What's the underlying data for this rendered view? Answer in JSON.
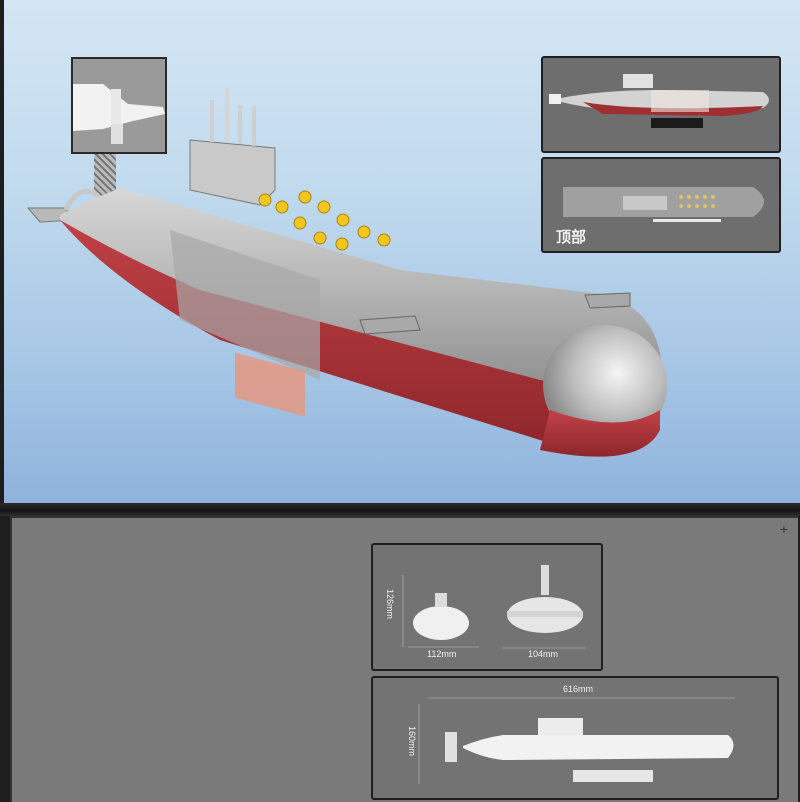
{
  "hero": {
    "subject": "submarine-model-cutaway",
    "colors": {
      "hull_gray": "#a9a9a9",
      "hull_red": "#b0353a",
      "sky_top": "#d4e6f3",
      "sky_bottom": "#8fb3dc",
      "missile_caps": "#f2c61f"
    }
  },
  "thumbnail_detail": {
    "subject": "stern-rudder-closeup"
  },
  "side_views": {
    "side_panel": {
      "subject": "side-view-model-on-stand"
    },
    "top_panel": {
      "subject": "top-view",
      "label": "顶部"
    }
  },
  "dimensions": {
    "front_view": {
      "height": "126mm",
      "width": "112mm"
    },
    "rear_view": {
      "width": "104mm"
    },
    "side_view": {
      "length": "616mm",
      "height": "160mm"
    }
  },
  "bottom_section": {
    "background": "#7a7a7a",
    "crosshair": "+"
  }
}
